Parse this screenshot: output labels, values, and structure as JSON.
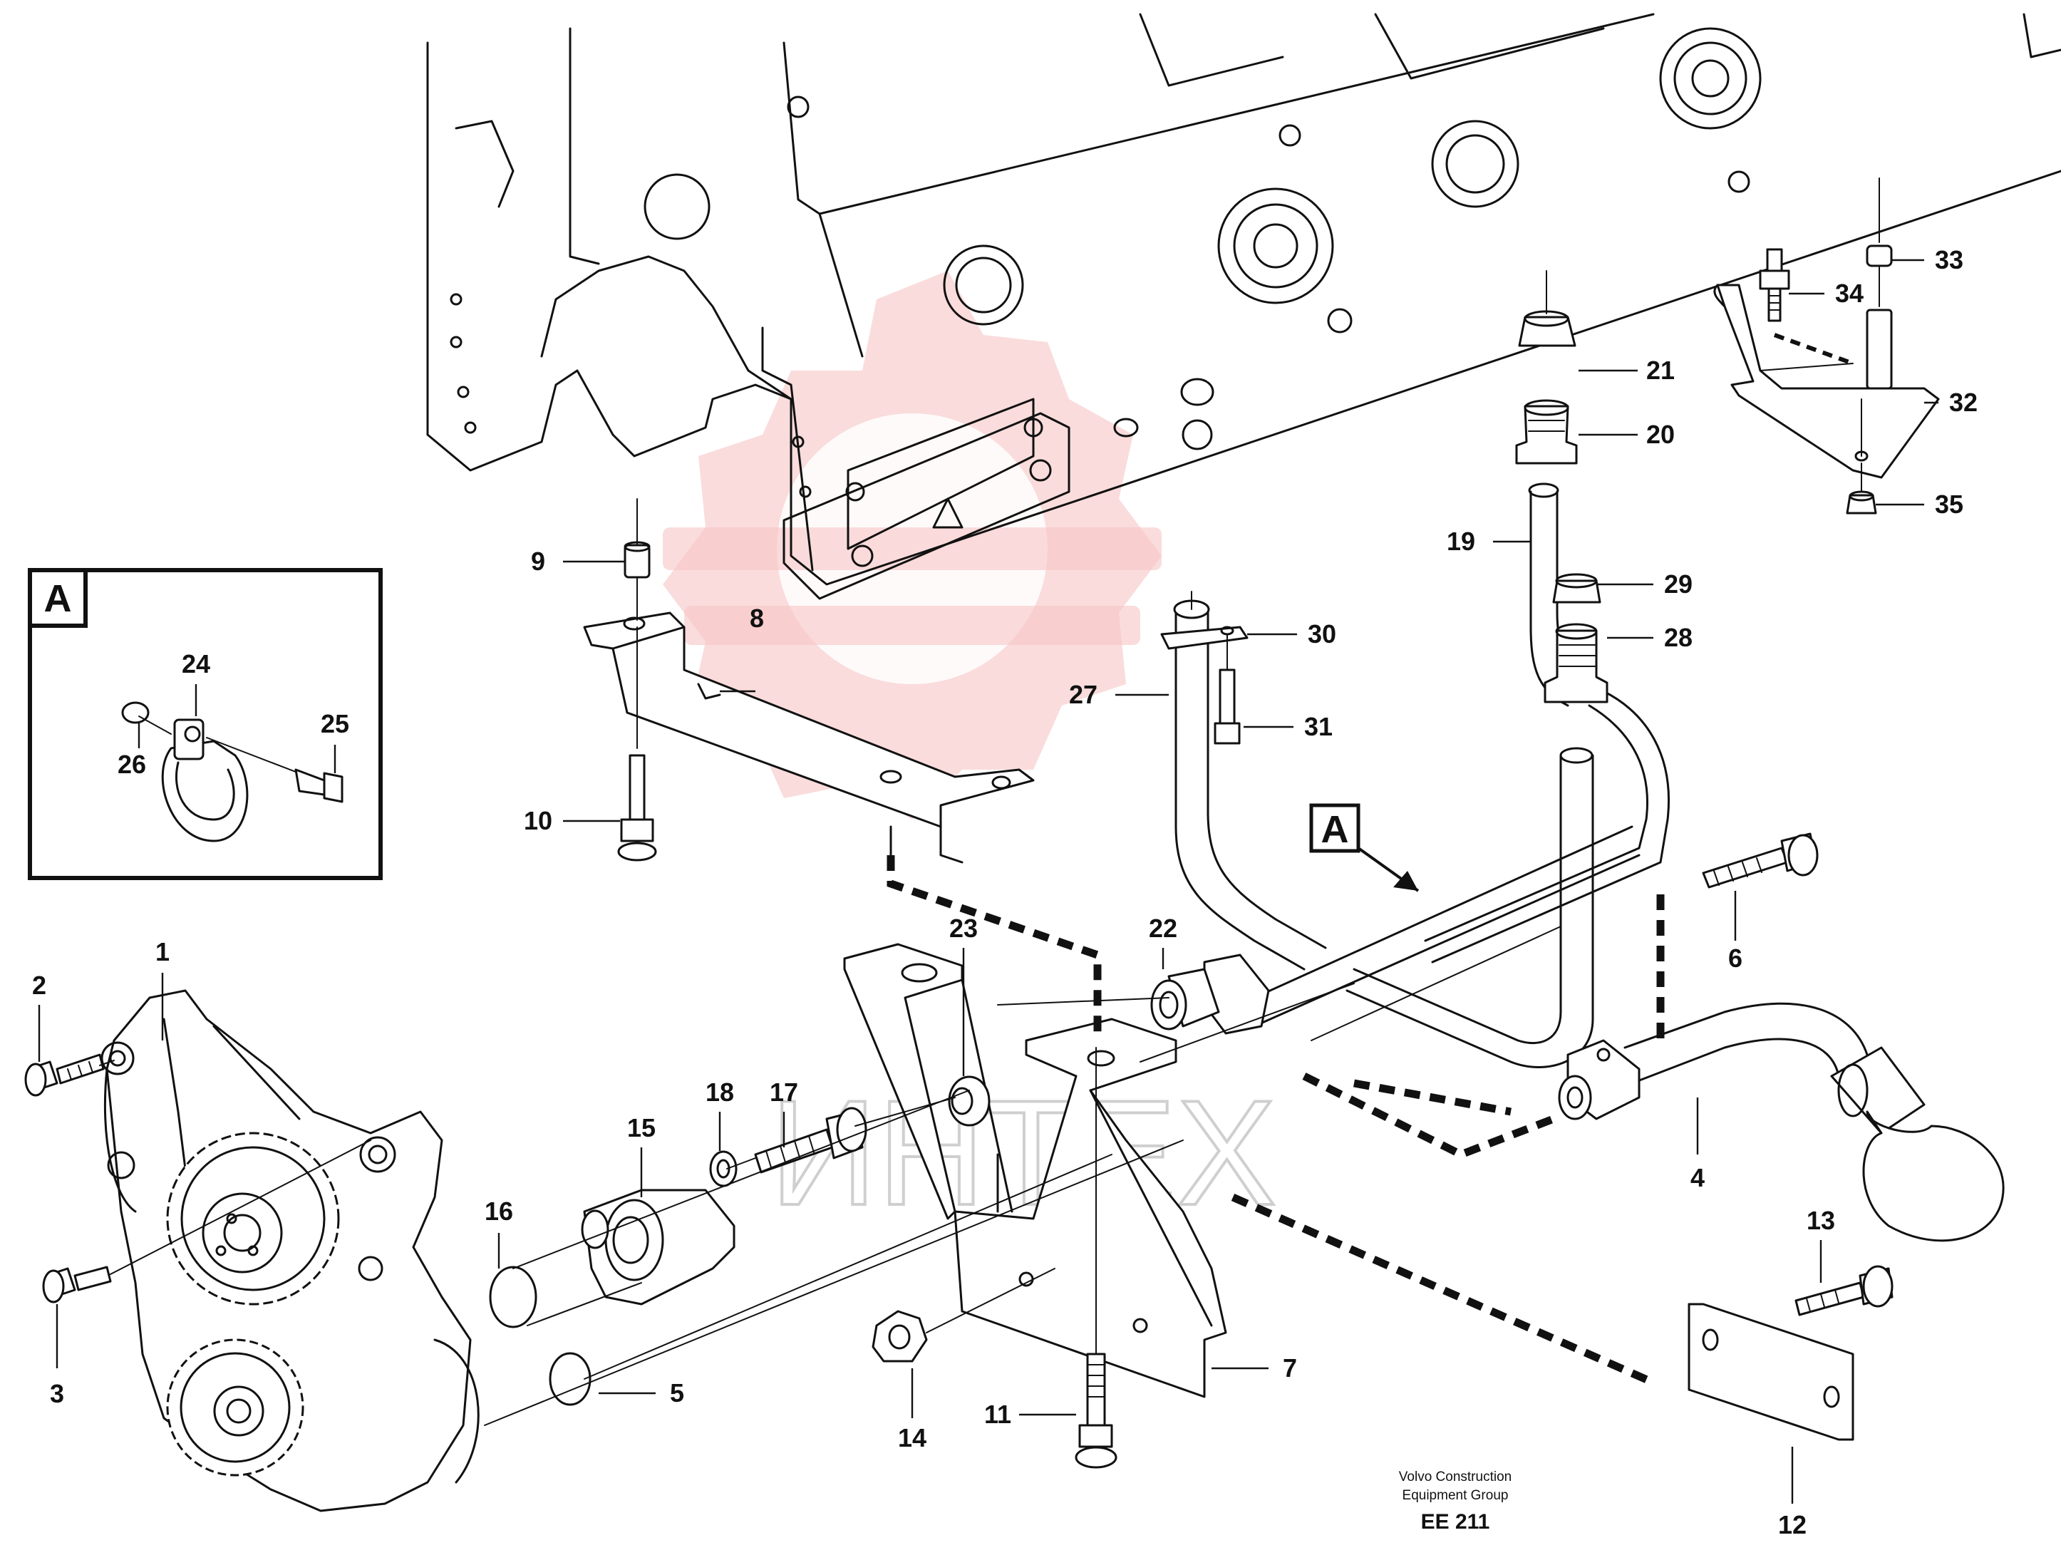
{
  "labels": [
    {
      "id": "1",
      "text": "1"
    },
    {
      "id": "2",
      "text": "2"
    },
    {
      "id": "3",
      "text": "3"
    },
    {
      "id": "4",
      "text": "4"
    },
    {
      "id": "5",
      "text": "5"
    },
    {
      "id": "6",
      "text": "6"
    },
    {
      "id": "7",
      "text": "7"
    },
    {
      "id": "8",
      "text": "8"
    },
    {
      "id": "9",
      "text": "9"
    },
    {
      "id": "10",
      "text": "10"
    },
    {
      "id": "11",
      "text": "11"
    },
    {
      "id": "12",
      "text": "12"
    },
    {
      "id": "13",
      "text": "13"
    },
    {
      "id": "14",
      "text": "14"
    },
    {
      "id": "15",
      "text": "15"
    },
    {
      "id": "16",
      "text": "16"
    },
    {
      "id": "17",
      "text": "17"
    },
    {
      "id": "18",
      "text": "18"
    },
    {
      "id": "19",
      "text": "19"
    },
    {
      "id": "20",
      "text": "20"
    },
    {
      "id": "21",
      "text": "21"
    },
    {
      "id": "22",
      "text": "22"
    },
    {
      "id": "23",
      "text": "23"
    },
    {
      "id": "24",
      "text": "24"
    },
    {
      "id": "25",
      "text": "25"
    },
    {
      "id": "26",
      "text": "26"
    },
    {
      "id": "27",
      "text": "27"
    },
    {
      "id": "28",
      "text": "28"
    },
    {
      "id": "29",
      "text": "29"
    },
    {
      "id": "30",
      "text": "30"
    },
    {
      "id": "31",
      "text": "31"
    },
    {
      "id": "32",
      "text": "32"
    },
    {
      "id": "33",
      "text": "33"
    },
    {
      "id": "34",
      "text": "34"
    },
    {
      "id": "35",
      "text": "35"
    }
  ],
  "detail_marker": "A",
  "inset_label": "A",
  "watermark_text": "ИНТЕХ",
  "footer": {
    "line1": "Volvo Construction",
    "line2": "Equipment Group",
    "code": "EE 211"
  },
  "colors": {
    "ink": "#111111",
    "watermark": "#f6c4c4"
  }
}
